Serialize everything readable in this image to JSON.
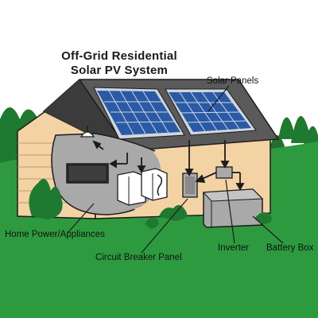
{
  "title": {
    "line1": "Off-Grid Residential",
    "line2": "Solar PV System"
  },
  "labels": {
    "solar_panels": "Solar Panels",
    "home_power": "Home Power/Appliances",
    "circuit_breaker": "Circuit Breaker Panel",
    "inverter": "Inverter",
    "battery_box": "Battery Box"
  },
  "colors": {
    "grass": "#2e9a3f",
    "tree": "#1e7a30",
    "wall": "#f3d3a4",
    "wall_shadow": "#d9ad77",
    "roof": "#5a5a5a",
    "roof_dark": "#3b3b3b",
    "panel_blue": "#2a5aa6",
    "panel_frame": "#cfd6df",
    "interior": "#a9a9a9",
    "outline": "#1c1c1c"
  }
}
